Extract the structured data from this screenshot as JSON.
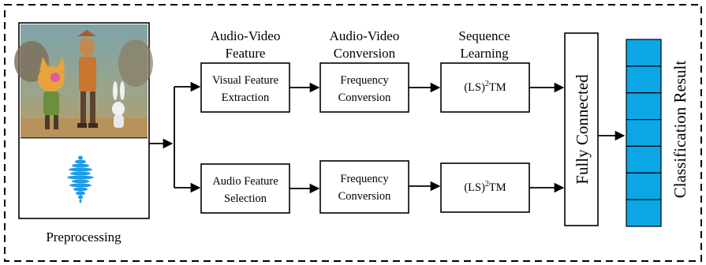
{
  "preprocessing": {
    "label": "Preprocessing"
  },
  "stage_headers": {
    "feature": [
      "Audio-Video",
      "Feature"
    ],
    "conversion": [
      "Audio-Video",
      "Conversion"
    ],
    "sequence": [
      "Sequence",
      "Learning"
    ]
  },
  "visual_path": {
    "extraction": [
      "Visual Feature",
      "Extraction"
    ],
    "conversion": [
      "Frequency",
      "Conversion"
    ],
    "lstm": {
      "base": "(LS)",
      "sup": "2",
      "tail": "TM"
    }
  },
  "audio_path": {
    "selection": [
      "Audio Feature",
      "Selection"
    ],
    "conversion": [
      "Frequency",
      "Conversion"
    ],
    "lstm": {
      "base": "(LS)",
      "sup": "2",
      "tail": "TM"
    }
  },
  "fully_connected": {
    "label": "Fully Connected"
  },
  "classification": {
    "label": "Classification Result",
    "cell_count": 7,
    "cell_color": "#0aa6e6"
  },
  "colors": {
    "waveform": "#1e9be6",
    "border": "#000000"
  }
}
